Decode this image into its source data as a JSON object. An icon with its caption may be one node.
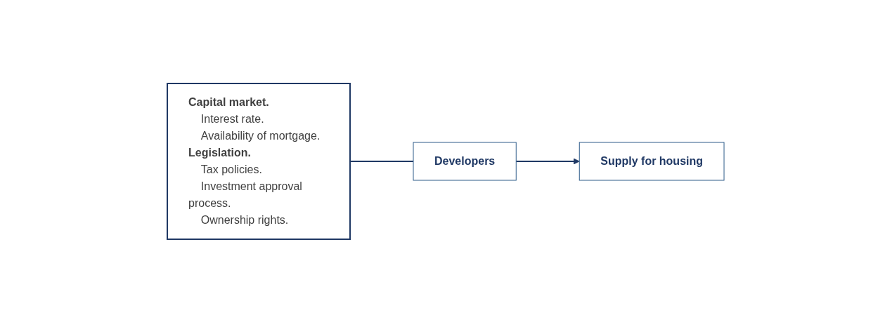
{
  "diagram": {
    "nodes": [
      {
        "text": [
          "Capital market.",
          "Interest rate.",
          "Availability of mortgage.",
          "Legislation.",
          "Tax policies.",
          "Investment approval process.",
          "Ownership rights."
        ]
      },
      {
        "text": [
          "Developers"
        ]
      },
      {
        "text": [
          "Supply for housing"
        ]
      }
    ],
    "edges": [
      {
        "from": 0,
        "to": 1,
        "arrow": "none"
      },
      {
        "from": 1,
        "to": 2,
        "arrow": "to"
      }
    ]
  }
}
